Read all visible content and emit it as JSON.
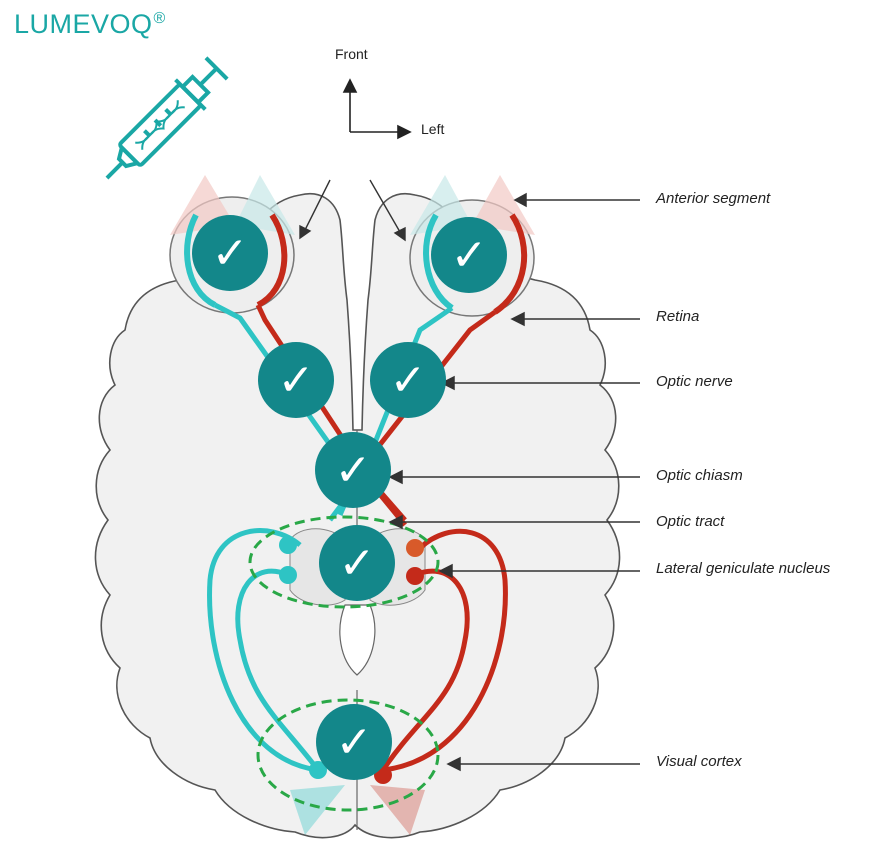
{
  "product": {
    "name": "LUMEVOQ",
    "mark": "®"
  },
  "orientation": {
    "front": "Front",
    "left": "Left"
  },
  "labels": {
    "anterior_segment": "Anterior segment",
    "retina": "Retina",
    "optic_nerve": "Optic nerve",
    "optic_chiasm": "Optic chiasm",
    "optic_tract": "Optic tract",
    "lgn": "Lateral geniculate nucleus",
    "visual_cortex": "Visual cortex"
  },
  "colors": {
    "brand": "#1aa7a5",
    "check_badge": "#13878a",
    "right_pathway": "#2ec4c4",
    "left_pathway": "#c42a1a",
    "highlight_ring": "#29a847",
    "brain_fill": "#f1f1f1",
    "brain_outline": "#555555"
  },
  "icons": {
    "check": "check-mark-icon",
    "syringe": "syringe-icon",
    "dna": "dna-icon"
  },
  "checkmarks": [
    "✓",
    "✓",
    "✓",
    "✓",
    "✓",
    "✓",
    "✓"
  ]
}
